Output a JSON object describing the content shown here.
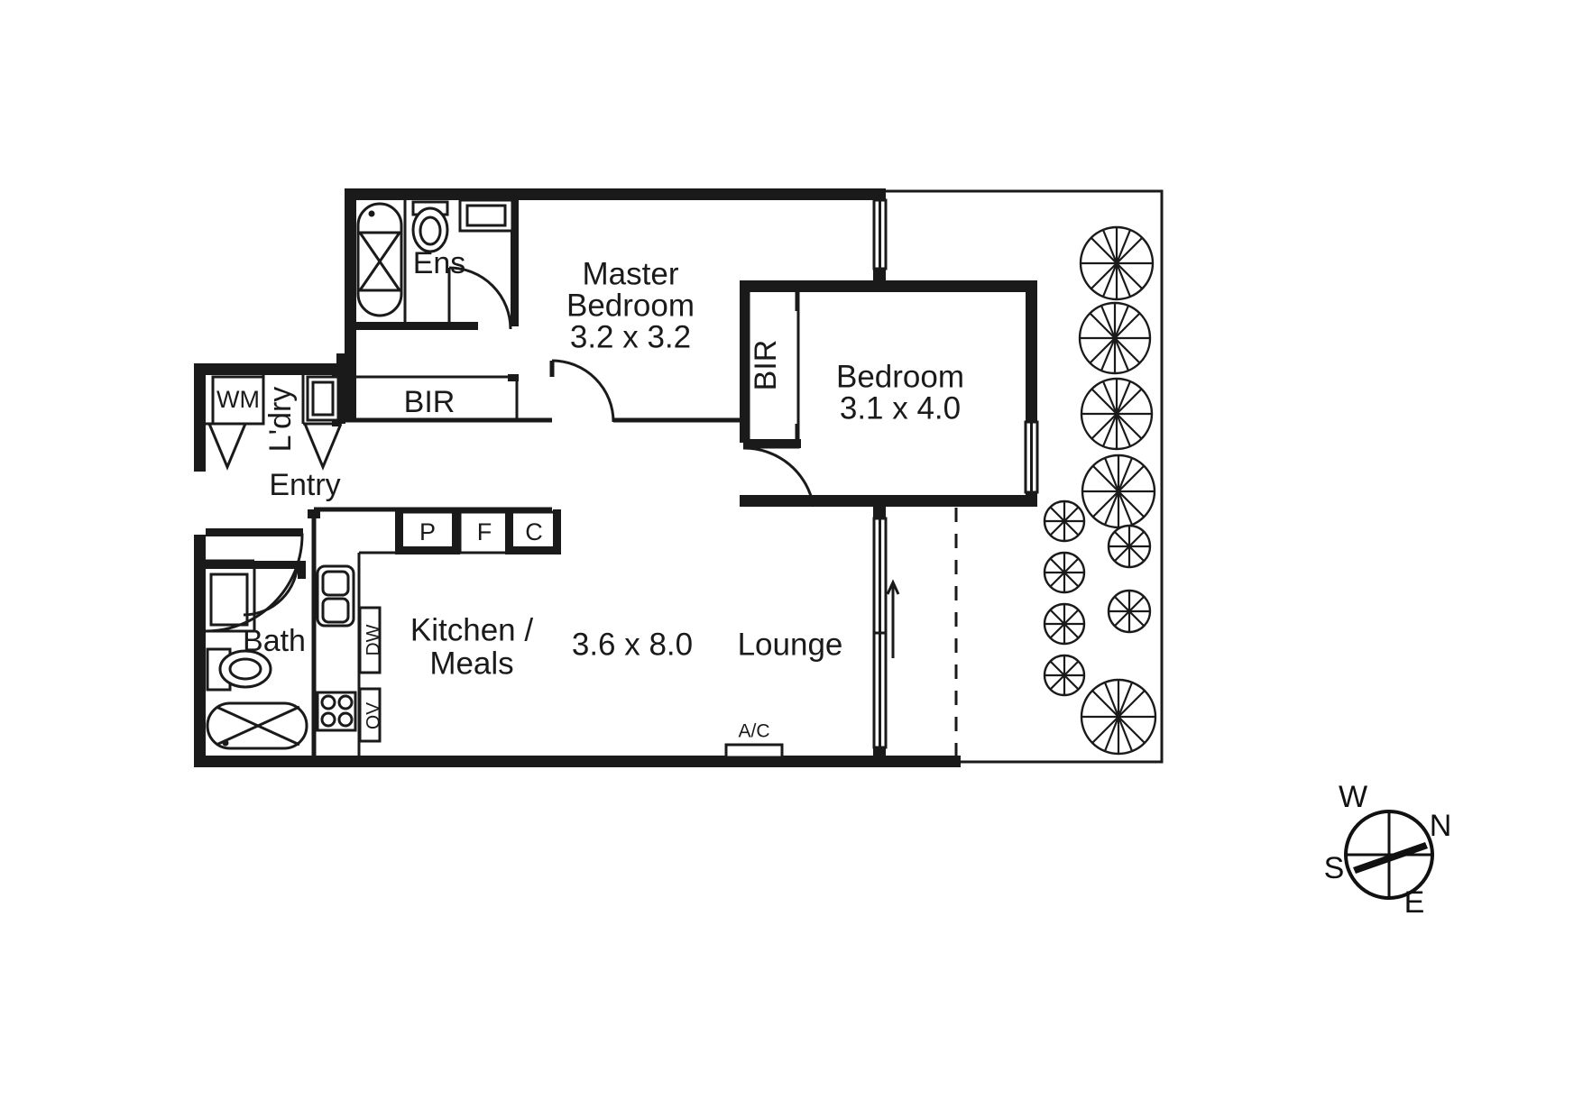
{
  "document": {
    "type": "residential-floor-plan",
    "title": "Apartment Floor Plan"
  },
  "rooms": [
    {
      "key": "ens",
      "name": "Ens",
      "dimensions": ""
    },
    {
      "key": "master",
      "name": "Master Bedroom",
      "name_line1": "Master",
      "name_line2": "Bedroom",
      "dimensions": "3.2 x 3.2"
    },
    {
      "key": "bedroom2",
      "name": "Bedroom",
      "dimensions": "3.1 x 4.0"
    },
    {
      "key": "entry",
      "name": "Entry",
      "dimensions": ""
    },
    {
      "key": "laundry",
      "name": "L'dry",
      "dimensions": ""
    },
    {
      "key": "bath",
      "name": "Bath",
      "dimensions": ""
    },
    {
      "key": "kitchen",
      "name": "Kitchen /",
      "name_line2": "Meals",
      "dimensions": ""
    },
    {
      "key": "living",
      "name": "Lounge",
      "dimensions": "3.6 x 8.0"
    }
  ],
  "labels": {
    "ens": "Ens",
    "master_line1": "Master",
    "master_line2": "Bedroom",
    "master_dims": "3.2 x 3.2",
    "bedroom2": "Bedroom",
    "bedroom2_dims": "3.1 x 4.0",
    "bir_master": "BIR",
    "bir_bedroom2": "BIR",
    "washing_machine": "WM",
    "laundry": "L'dry",
    "entry": "Entry",
    "bath": "Bath",
    "pantry": "P",
    "fridge": "F",
    "cupboard": "C",
    "dishwasher": "DW",
    "oven": "OV",
    "kitchen_line1": "Kitchen /",
    "kitchen_line2": "Meals",
    "living_dims": "3.6 x 8.0",
    "living": "Lounge",
    "air_conditioner": "A/C"
  },
  "compass": {
    "north": "N",
    "south": "S",
    "east": "E",
    "west": "W",
    "needle_points_to": "N"
  },
  "colors": {
    "wall": "#1a1a1a",
    "fixture_stroke": "#1a1a1a",
    "background": "#ffffff",
    "text": "#1a1a1a"
  },
  "fixtures": [
    {
      "name": "shower",
      "room": "ens",
      "icon": "shower-icon"
    },
    {
      "name": "toilet",
      "room": "ens",
      "icon": "toilet-icon"
    },
    {
      "name": "vanity",
      "room": "ens",
      "icon": "vanity-icon"
    },
    {
      "name": "washing-machine",
      "room": "laundry",
      "icon": "washing-machine-icon"
    },
    {
      "name": "laundry-trough",
      "room": "laundry",
      "icon": "trough-icon"
    },
    {
      "name": "vanity",
      "room": "bath",
      "icon": "vanity-icon"
    },
    {
      "name": "toilet",
      "room": "bath",
      "icon": "toilet-icon"
    },
    {
      "name": "bathtub",
      "room": "bath",
      "icon": "bathtub-icon"
    },
    {
      "name": "sink",
      "room": "kitchen",
      "icon": "kitchen-sink-icon"
    },
    {
      "name": "cooktop",
      "room": "kitchen",
      "icon": "cooktop-icon"
    },
    {
      "name": "dishwasher",
      "room": "kitchen",
      "icon": "dishwasher-icon"
    },
    {
      "name": "oven",
      "room": "kitchen",
      "icon": "oven-icon"
    },
    {
      "name": "pantry",
      "room": "kitchen",
      "icon": "pantry-icon"
    },
    {
      "name": "fridge",
      "room": "kitchen",
      "icon": "fridge-icon"
    },
    {
      "name": "cupboard",
      "room": "kitchen",
      "icon": "cupboard-icon"
    }
  ],
  "balcony": {
    "planter_trees_large": 5,
    "planter_shrubs_small": 6,
    "tree_count_total": 11
  }
}
